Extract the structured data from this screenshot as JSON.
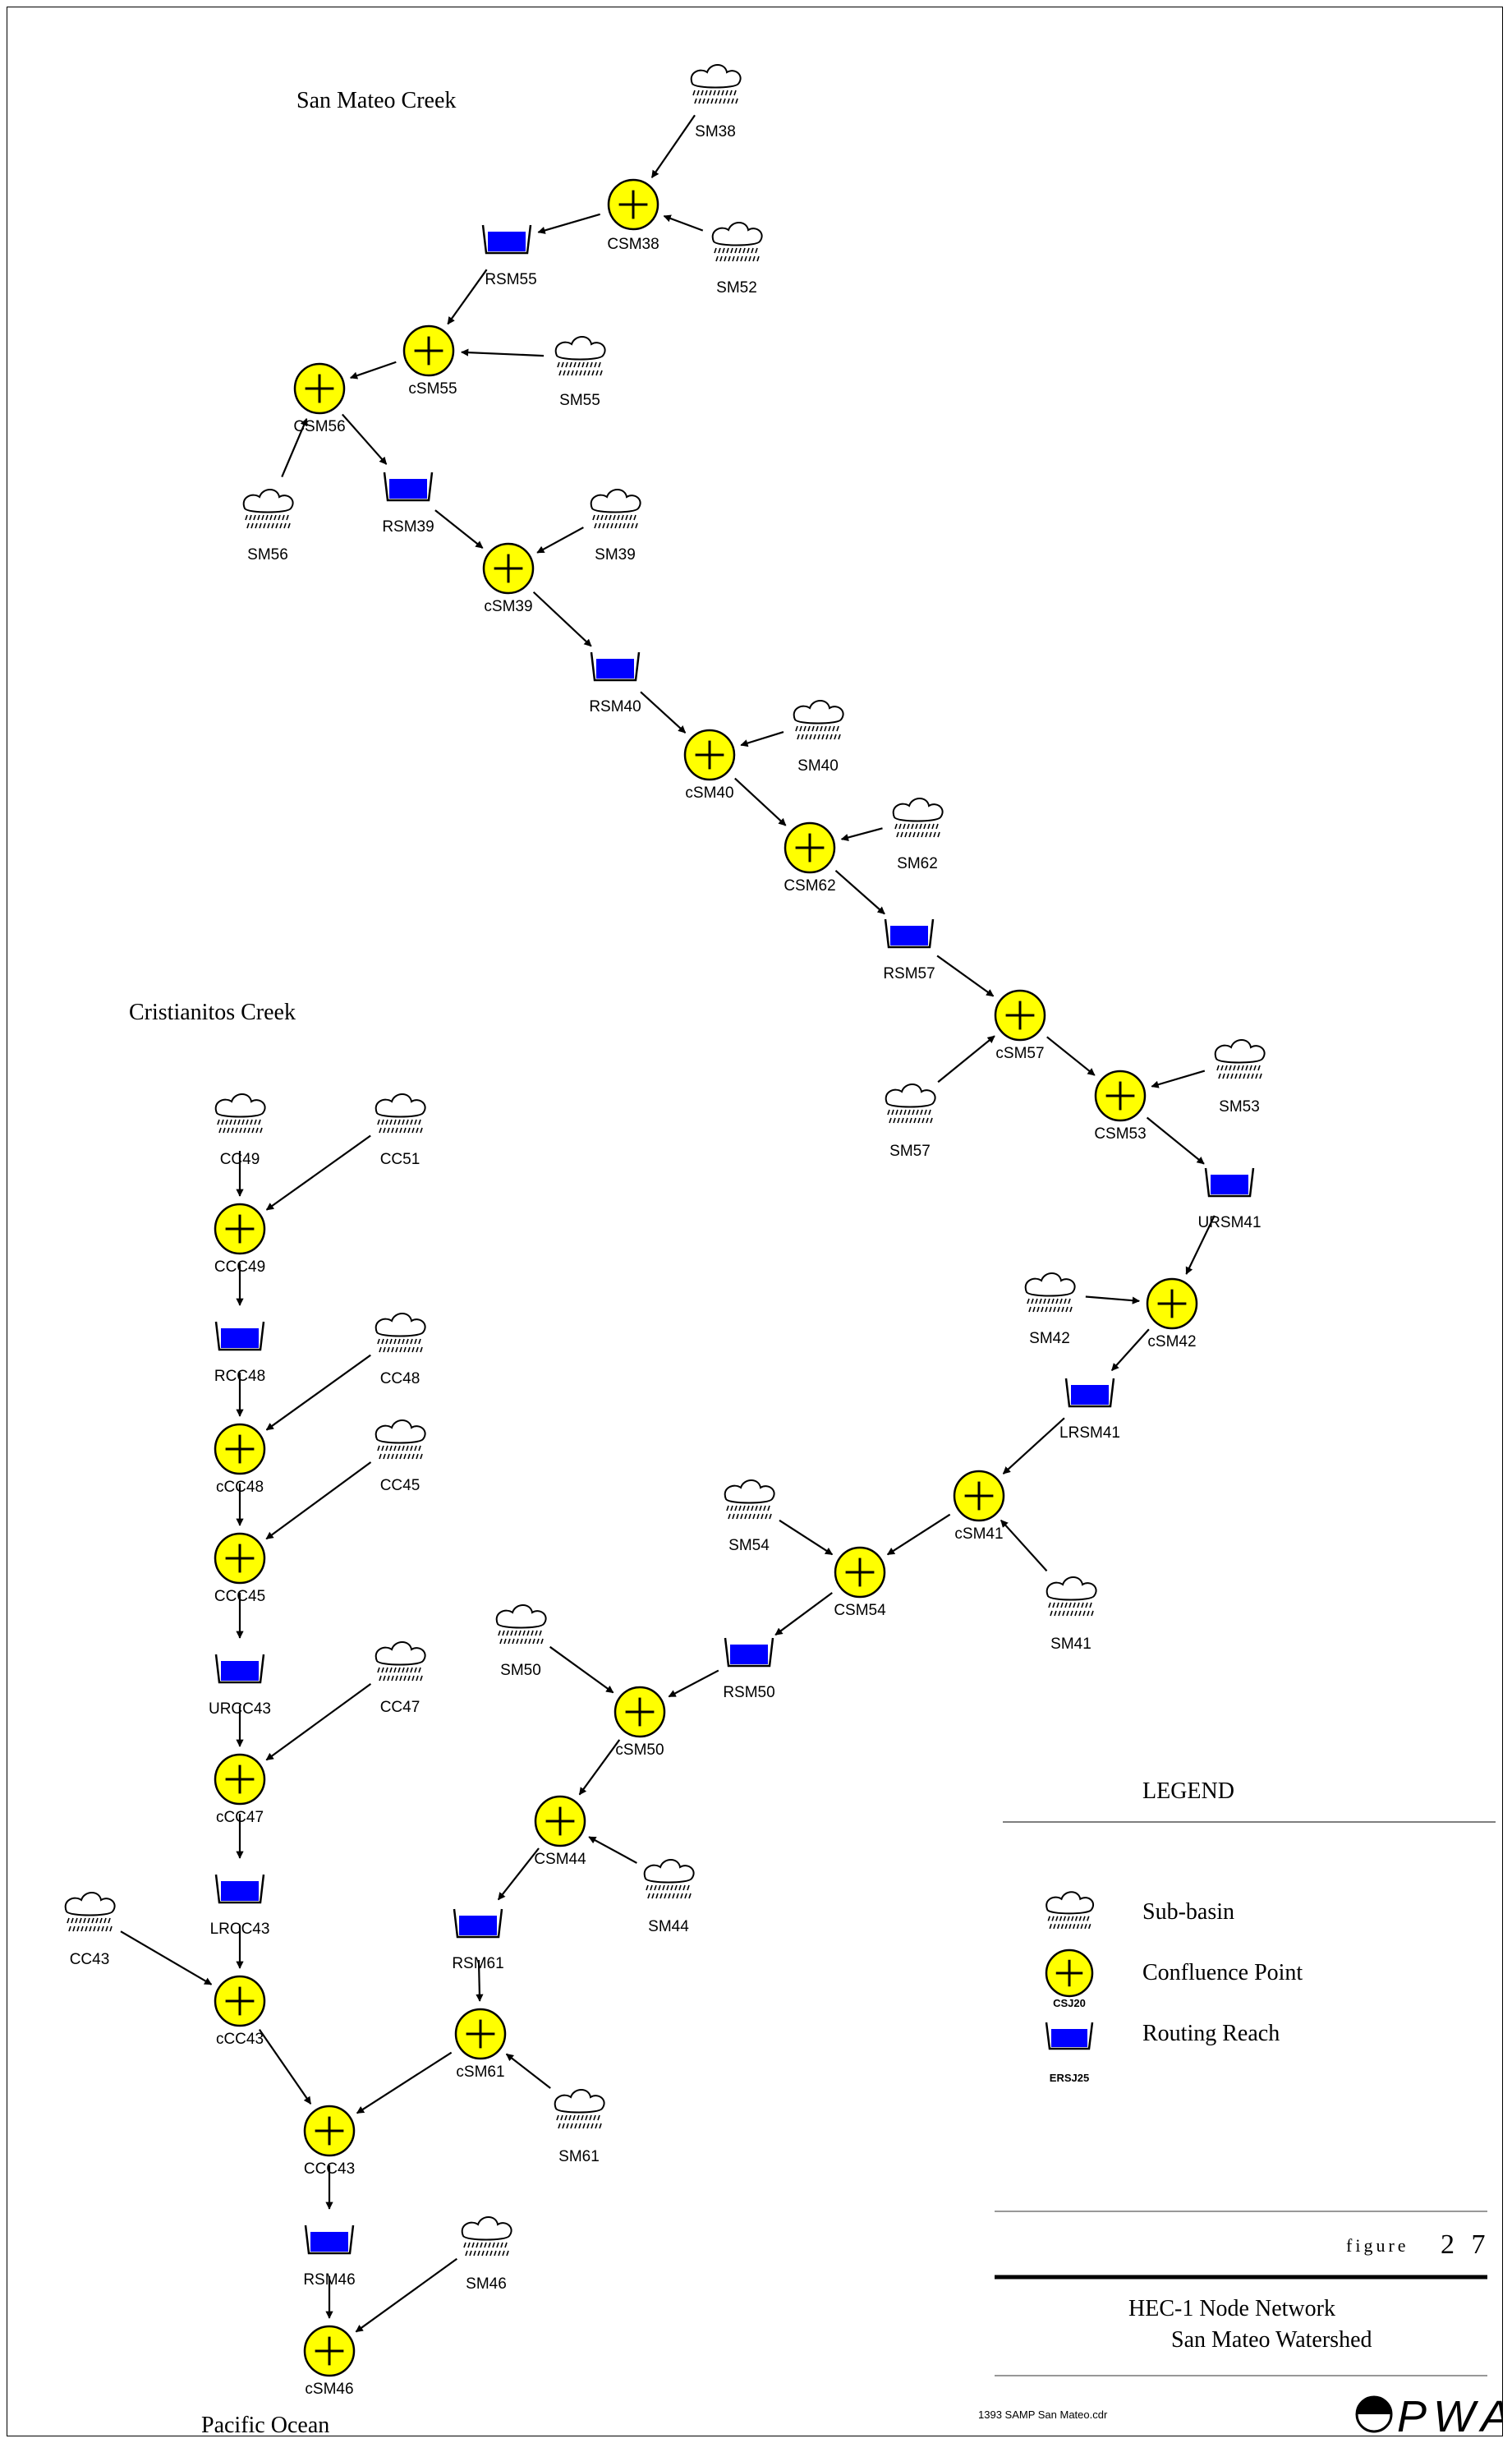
{
  "colors": {
    "confluence_fill": "#ffff00",
    "reach_fill": "#0000ff",
    "line": "#000000",
    "cloud": "#ffffff"
  },
  "regions": {
    "san_mateo": "San  Mateo  Creek",
    "cristianitos": "Cristianitos  Creek",
    "pacific": "Pacific  Ocean"
  },
  "nodes": [
    {
      "id": "SM38",
      "type": "subbasin",
      "label": "SM38"
    },
    {
      "id": "CSM38",
      "type": "confluence",
      "label": "CSM38"
    },
    {
      "id": "SM52",
      "type": "subbasin",
      "label": "SM52"
    },
    {
      "id": "RSM55",
      "type": "reach",
      "label": "RSM55"
    },
    {
      "id": "cSM55",
      "type": "confluence",
      "label": "cSM55"
    },
    {
      "id": "SM55",
      "type": "subbasin",
      "label": "SM55"
    },
    {
      "id": "CSM56",
      "type": "confluence",
      "label": "CSM56"
    },
    {
      "id": "SM56",
      "type": "subbasin",
      "label": "SM56"
    },
    {
      "id": "RSM39",
      "type": "reach",
      "label": "RSM39"
    },
    {
      "id": "cSM39",
      "type": "confluence",
      "label": "cSM39"
    },
    {
      "id": "SM39",
      "type": "subbasin",
      "label": "SM39"
    },
    {
      "id": "RSM40",
      "type": "reach",
      "label": "RSM40"
    },
    {
      "id": "cSM40",
      "type": "confluence",
      "label": "cSM40"
    },
    {
      "id": "SM40",
      "type": "subbasin",
      "label": "SM40"
    },
    {
      "id": "CSM62",
      "type": "confluence",
      "label": "CSM62"
    },
    {
      "id": "SM62",
      "type": "subbasin",
      "label": "SM62"
    },
    {
      "id": "RSM57",
      "type": "reach",
      "label": "RSM57"
    },
    {
      "id": "cSM57",
      "type": "confluence",
      "label": "cSM57"
    },
    {
      "id": "SM57",
      "type": "subbasin",
      "label": "SM57"
    },
    {
      "id": "CSM53",
      "type": "confluence",
      "label": "CSM53"
    },
    {
      "id": "SM53",
      "type": "subbasin",
      "label": "SM53"
    },
    {
      "id": "URSM41",
      "type": "reach",
      "label": "URSM41"
    },
    {
      "id": "cSM42",
      "type": "confluence",
      "label": "cSM42"
    },
    {
      "id": "SM42",
      "type": "subbasin",
      "label": "SM42"
    },
    {
      "id": "LRSM41",
      "type": "reach",
      "label": "LRSM41"
    },
    {
      "id": "cSM41",
      "type": "confluence",
      "label": "cSM41"
    },
    {
      "id": "SM41",
      "type": "subbasin",
      "label": "SM41"
    },
    {
      "id": "CSM54",
      "type": "confluence",
      "label": "CSM54"
    },
    {
      "id": "SM54",
      "type": "subbasin",
      "label": "SM54"
    },
    {
      "id": "RSM50",
      "type": "reach",
      "label": "RSM50"
    },
    {
      "id": "cSM50",
      "type": "confluence",
      "label": "cSM50"
    },
    {
      "id": "SM50",
      "type": "subbasin",
      "label": "SM50"
    },
    {
      "id": "CSM44",
      "type": "confluence",
      "label": "CSM44"
    },
    {
      "id": "SM44",
      "type": "subbasin",
      "label": "SM44"
    },
    {
      "id": "RSM61",
      "type": "reach",
      "label": "RSM61"
    },
    {
      "id": "cSM61",
      "type": "confluence",
      "label": "cSM61"
    },
    {
      "id": "SM61",
      "type": "subbasin",
      "label": "SM61"
    },
    {
      "id": "CC49",
      "type": "subbasin",
      "label": "CC49"
    },
    {
      "id": "CC51",
      "type": "subbasin",
      "label": "CC51"
    },
    {
      "id": "CCC49",
      "type": "confluence",
      "label": "CCC49"
    },
    {
      "id": "RCC48",
      "type": "reach",
      "label": "RCC48"
    },
    {
      "id": "CC48",
      "type": "subbasin",
      "label": "CC48"
    },
    {
      "id": "cCC48",
      "type": "confluence",
      "label": "cCC48"
    },
    {
      "id": "CC45",
      "type": "subbasin",
      "label": "CC45"
    },
    {
      "id": "CCC45",
      "type": "confluence",
      "label": "CCC45"
    },
    {
      "id": "URCC43",
      "type": "reach",
      "label": "URCC43"
    },
    {
      "id": "CC47",
      "type": "subbasin",
      "label": "CC47"
    },
    {
      "id": "cCC47",
      "type": "confluence",
      "label": "cCC47"
    },
    {
      "id": "LRCC43",
      "type": "reach",
      "label": "LRCC43"
    },
    {
      "id": "CC43",
      "type": "subbasin",
      "label": "CC43"
    },
    {
      "id": "cCC43",
      "type": "confluence",
      "label": "cCC43"
    },
    {
      "id": "CCC43",
      "type": "confluence",
      "label": "CCC43"
    },
    {
      "id": "RSM46",
      "type": "reach",
      "label": "RSM46"
    },
    {
      "id": "SM46",
      "type": "subbasin",
      "label": "SM46"
    },
    {
      "id": "cSM46",
      "type": "confluence",
      "label": "cSM46"
    }
  ],
  "edges": [
    [
      "SM38",
      "CSM38"
    ],
    [
      "SM52",
      "CSM38"
    ],
    [
      "CSM38",
      "RSM55"
    ],
    [
      "RSM55",
      "cSM55"
    ],
    [
      "SM55",
      "cSM55"
    ],
    [
      "cSM55",
      "CSM56"
    ],
    [
      "SM56",
      "CSM56"
    ],
    [
      "CSM56",
      "RSM39"
    ],
    [
      "RSM39",
      "cSM39"
    ],
    [
      "SM39",
      "cSM39"
    ],
    [
      "cSM39",
      "RSM40"
    ],
    [
      "RSM40",
      "cSM40"
    ],
    [
      "SM40",
      "cSM40"
    ],
    [
      "cSM40",
      "CSM62"
    ],
    [
      "SM62",
      "CSM62"
    ],
    [
      "CSM62",
      "RSM57"
    ],
    [
      "RSM57",
      "cSM57"
    ],
    [
      "SM57",
      "cSM57"
    ],
    [
      "cSM57",
      "CSM53"
    ],
    [
      "SM53",
      "CSM53"
    ],
    [
      "CSM53",
      "URSM41"
    ],
    [
      "URSM41",
      "cSM42"
    ],
    [
      "SM42",
      "cSM42"
    ],
    [
      "cSM42",
      "LRSM41"
    ],
    [
      "LRSM41",
      "cSM41"
    ],
    [
      "SM41",
      "cSM41"
    ],
    [
      "cSM41",
      "CSM54"
    ],
    [
      "SM54",
      "CSM54"
    ],
    [
      "CSM54",
      "RSM50"
    ],
    [
      "RSM50",
      "cSM50"
    ],
    [
      "SM50",
      "cSM50"
    ],
    [
      "cSM50",
      "CSM44"
    ],
    [
      "SM44",
      "CSM44"
    ],
    [
      "CSM44",
      "RSM61"
    ],
    [
      "RSM61",
      "cSM61"
    ],
    [
      "SM61",
      "cSM61"
    ],
    [
      "cSM61",
      "CCC43"
    ],
    [
      "CC49",
      "CCC49"
    ],
    [
      "CC51",
      "CCC49"
    ],
    [
      "CCC49",
      "RCC48"
    ],
    [
      "RCC48",
      "cCC48"
    ],
    [
      "CC48",
      "cCC48"
    ],
    [
      "cCC48",
      "CCC45"
    ],
    [
      "CC45",
      "CCC45"
    ],
    [
      "CCC45",
      "URCC43"
    ],
    [
      "URCC43",
      "cCC47"
    ],
    [
      "CC47",
      "cCC47"
    ],
    [
      "cCC47",
      "LRCC43"
    ],
    [
      "LRCC43",
      "cCC43"
    ],
    [
      "CC43",
      "cCC43"
    ],
    [
      "cCC43",
      "CCC43"
    ],
    [
      "CCC43",
      "RSM46"
    ],
    [
      "RSM46",
      "cSM46"
    ],
    [
      "SM46",
      "cSM46"
    ]
  ],
  "legend": {
    "title": "LEGEND",
    "items": [
      {
        "type": "subbasin",
        "label": "Sub-basin",
        "sublabel": ""
      },
      {
        "type": "confluence",
        "label": "Confluence Point",
        "sublabel": "CSJ20"
      },
      {
        "type": "reach",
        "label": "Routing Reach",
        "sublabel": "ERSJ25"
      }
    ]
  },
  "figure": {
    "word": "figure",
    "number": "2 7",
    "title": "HEC-1 Node Network",
    "subtitle": "San Mateo Watershed",
    "file": "1393 SAMP San Mateo.cdr",
    "logo": "PWA"
  }
}
